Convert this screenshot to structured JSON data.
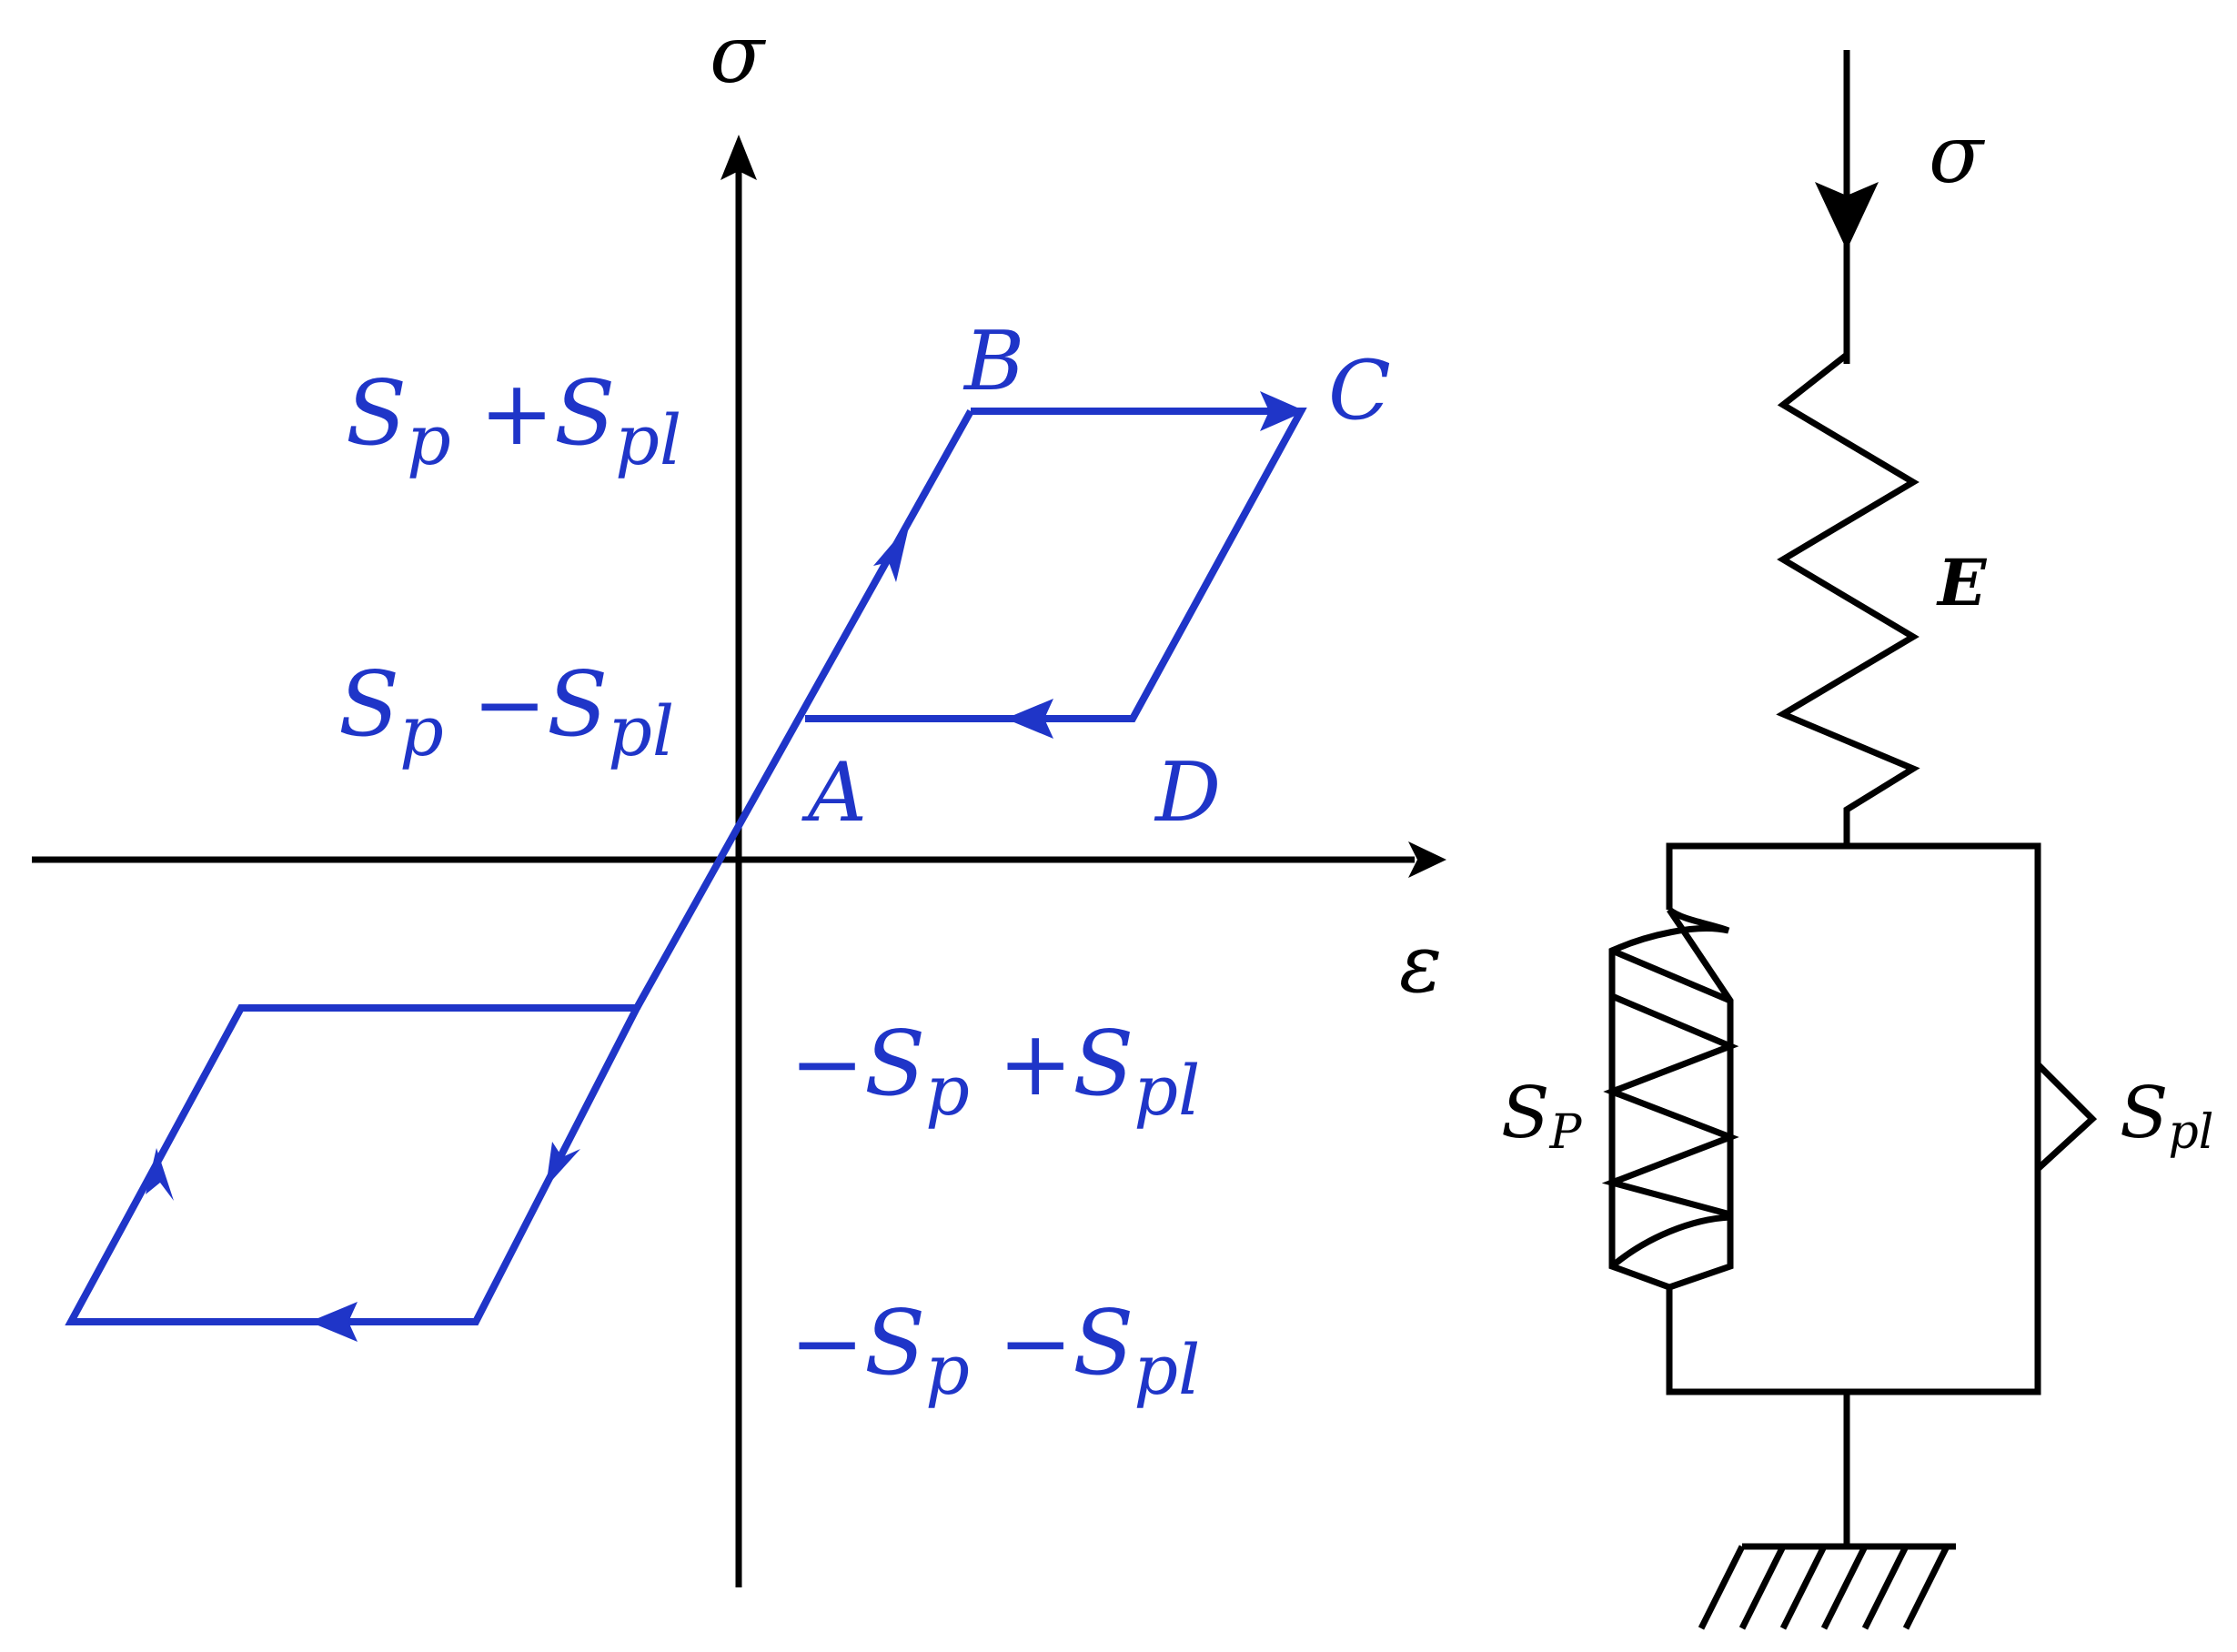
{
  "hysteresis": {
    "y_axis_label": "σ",
    "x_axis_label": "ε",
    "points": {
      "a": "A",
      "b": "B",
      "c": "C",
      "d": "D"
    },
    "levels": {
      "upper_high": {
        "base": "S",
        "sub1": "p",
        "op": " +",
        "base2": "S",
        "sub2": "pl"
      },
      "upper_low": {
        "base": "S",
        "sub1": "p",
        "op": " −",
        "base2": "S",
        "sub2": "pl"
      },
      "lower_high": {
        "pre": "−",
        "base": "S",
        "sub1": "p",
        "op": " +",
        "base2": "S",
        "sub2": "pl"
      },
      "lower_low": {
        "pre": "−",
        "base": "S",
        "sub1": "p",
        "op": " −",
        "base2": "S",
        "sub2": "pl"
      }
    },
    "colors": {
      "curve": "#1f35c8",
      "axes": "#000000"
    }
  },
  "model": {
    "stress_label": "σ",
    "spring_label": "E",
    "dashpot": {
      "base": "S",
      "sub": "P"
    },
    "slider": {
      "base": "S",
      "sub": "pl"
    }
  }
}
